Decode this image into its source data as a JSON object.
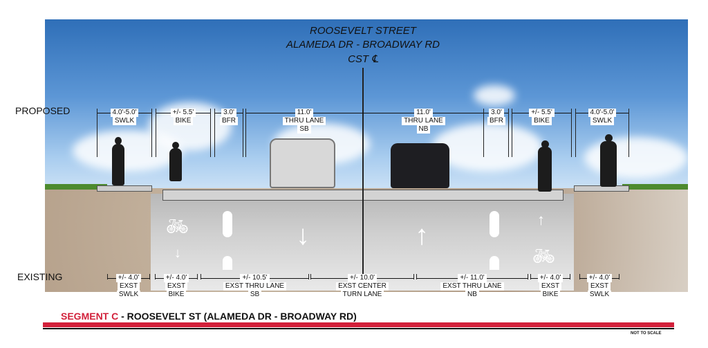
{
  "header": {
    "line1": "ROOSEVELT STREET",
    "line2": "ALAMEDA DR - BROADWAY RD",
    "line3": "CST ℄"
  },
  "labels": {
    "proposed": "PROPOSED",
    "existing": "EXISTING"
  },
  "proposed": [
    {
      "dim": "4.0'-5.0'",
      "name": "SWLK"
    },
    {
      "dim": "+/- 5.5'",
      "name": "BIKE"
    },
    {
      "dim": "3.0'",
      "name": "BFR"
    },
    {
      "dim": "11.0'",
      "name": "THRU LANE",
      "sub": "SB"
    },
    {
      "dim": "11.0'",
      "name": "THRU LANE",
      "sub": "NB"
    },
    {
      "dim": "3.0'",
      "name": "BFR"
    },
    {
      "dim": "+/- 5.5'",
      "name": "BIKE"
    },
    {
      "dim": "4.0'-5.0'",
      "name": "SWLK"
    }
  ],
  "existing": [
    {
      "dim": "+/- 4.0'",
      "name": "EXST",
      "sub": "SWLK"
    },
    {
      "dim": "+/- 4.0'",
      "name": "EXST",
      "sub": "BIKE"
    },
    {
      "dim": "+/- 10.5'",
      "name": "EXST THRU LANE",
      "sub": "SB"
    },
    {
      "dim": "+/- 10.0'",
      "name": "EXST CENTER",
      "sub": "TURN LANE"
    },
    {
      "dim": "+/- 11.0'",
      "name": "EXST THRU LANE",
      "sub": "NB"
    },
    {
      "dim": "+/- 4.0'",
      "name": "EXST",
      "sub": "BIKE"
    },
    {
      "dim": "+/- 4.0'",
      "name": "EXST",
      "sub": "SWLK"
    }
  ],
  "footer": {
    "segment": "SEGMENT C",
    "title": " - ROOSEVELT ST (ALAMEDA DR - BROADWAY RD)",
    "note": "NOT TO SCALE"
  },
  "colors": {
    "accent": "#d2203a",
    "sky": "#5d97d6",
    "grass": "#4d8a2e"
  }
}
